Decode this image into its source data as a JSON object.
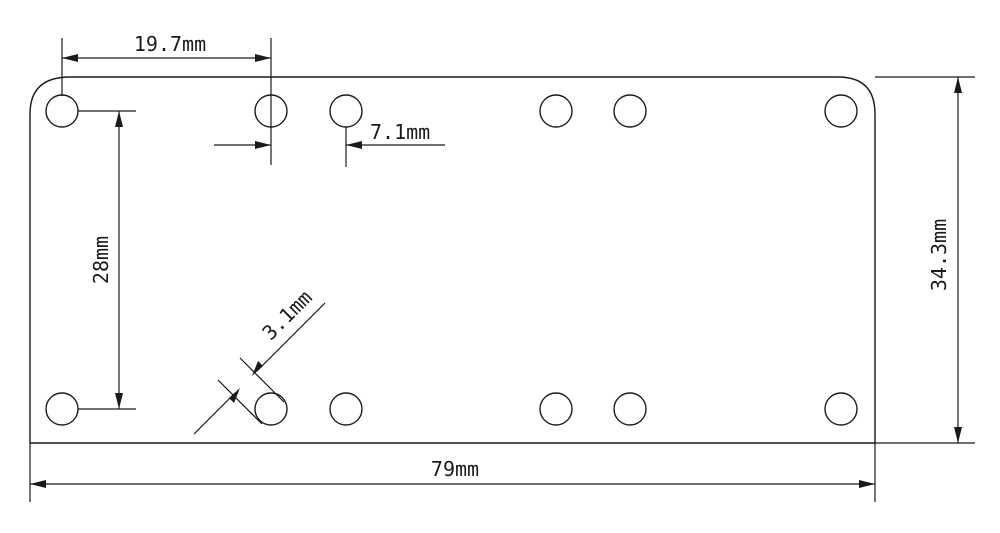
{
  "dimensions": {
    "hole_spacing_top": "19.7mm",
    "hole_gap": "7.1mm",
    "hole_spacing_vertical": "28mm",
    "hole_diameter": "3.1mm",
    "board_width": "79mm",
    "board_height": "34.3mm"
  },
  "colors": {
    "line": "#1a1a1a",
    "background": "#ffffff"
  }
}
